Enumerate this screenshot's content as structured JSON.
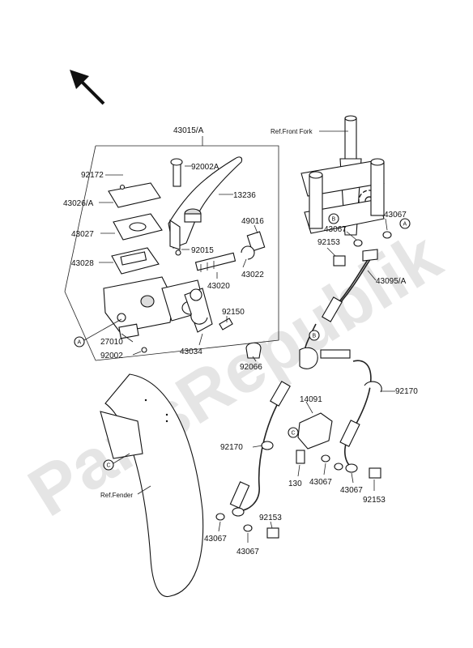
{
  "watermark": "PartsRepublik",
  "labels": {
    "assembly": "43015/A",
    "ref_front_fork": "Ref.Front Fork",
    "ref_fender": "Ref.Fender",
    "p92172": "92172",
    "p92002a": "92002A",
    "p43026a": "43026/A",
    "p13236": "13236",
    "p43027": "43027",
    "p49016": "49016",
    "p92015": "92015",
    "p43028": "43028",
    "p43022": "43022",
    "p43020": "43020",
    "p92150": "92150",
    "p27010": "27010",
    "p92002": "92002",
    "p43034": "43034",
    "p92066": "92066",
    "p43067_a": "43067",
    "p43067_b": "43067",
    "p92153_a": "92153",
    "p43095a": "43095/A",
    "p92170_a": "92170",
    "p14091": "14091",
    "p92170_b": "92170",
    "p130": "130",
    "p43067_c": "43067",
    "p43067_d": "43067",
    "p92153_b": "92153",
    "p92153_c": "92153",
    "p43067_e": "43067",
    "p43067_f": "43067"
  },
  "markers": {
    "a_left": "A",
    "a_right": "A",
    "b_fork": "B",
    "b_hose": "B",
    "c_hose": "C",
    "c_fender": "C"
  },
  "icons": {
    "direction": "front-direction-arrow-icon",
    "gear": "gear-icon"
  }
}
